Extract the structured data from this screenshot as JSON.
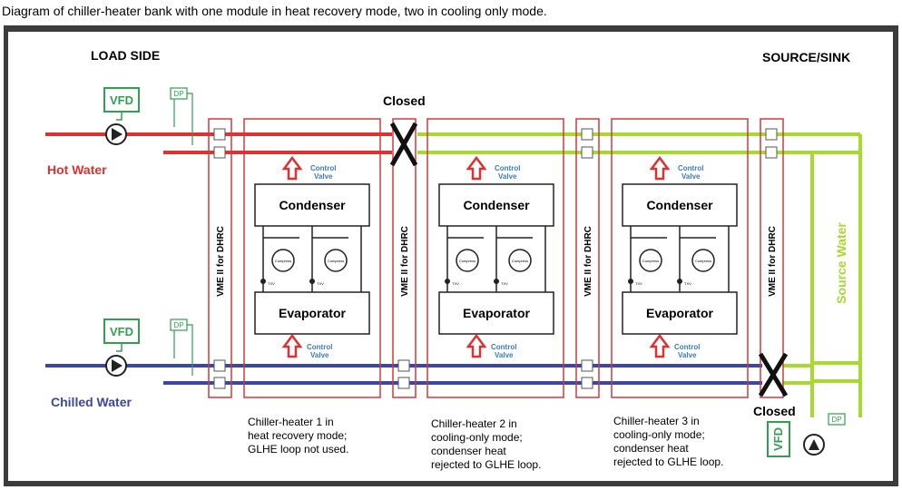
{
  "caption": "Diagram of chiller-heater bank with one module in heat recovery mode, two in cooling only mode.",
  "labels": {
    "load_side": "LOAD SIDE",
    "source_sink": "SOURCE/SINK",
    "hot_water": "Hot Water",
    "chilled_water": "Chilled Water",
    "source_water": "Source Water",
    "closed": "Closed",
    "vfd": "VFD",
    "dp": "DP",
    "vme": "VME II for DHRC",
    "condenser": "Condenser",
    "evaporator": "Evaporator",
    "control_valve_line1": "Control",
    "control_valve_line2": "Valve",
    "compressor": "Compress",
    "txv": "TXV"
  },
  "modules": [
    {
      "note": "Chiller-heater 1 in\nheat recovery mode;\nGLHE loop not used."
    },
    {
      "note": "Chiller-heater 2 in\ncooling-only mode;\ncondenser heat\nrejected to GLHE loop."
    },
    {
      "note": "Chiller-heater 3 in\ncooling-only mode;\ncondenser heat\nrejected to GLHE loop."
    }
  ],
  "colors": {
    "hot": "#e03030",
    "chilled": "#3a46a8",
    "source": "#a8d930",
    "green_box": "#30a050",
    "module_border": "#d03a3a",
    "valve_text": "#3a7ac0"
  }
}
